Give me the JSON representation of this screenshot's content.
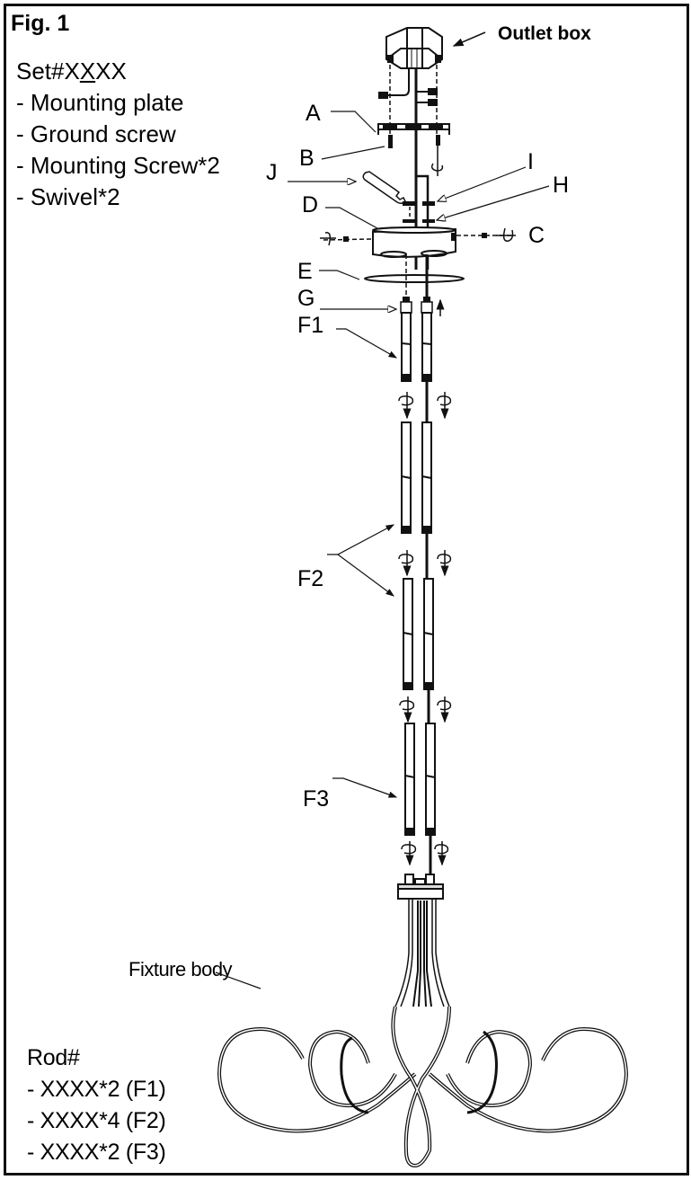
{
  "figure": {
    "title": "Fig. 1"
  },
  "set_info": {
    "heading_prefix": "Set#X",
    "heading_underlined": "X",
    "heading_suffix": "XX",
    "items": [
      "- Mounting plate",
      "- Ground screw",
      "- Mounting Screw*2",
      "- Swivel*2"
    ]
  },
  "callouts": {
    "outlet_box": "Outlet box",
    "A": "A",
    "B": "B",
    "C": "C",
    "D": "D",
    "E": "E",
    "G": "G",
    "H": "H",
    "I": "I",
    "J": "J",
    "F1": "F1",
    "F2": "F2",
    "F3": "F3",
    "fixture_body": "Fixture body"
  },
  "rod_info": {
    "heading": "Rod#",
    "items": [
      "- XXXX*2 (F1)",
      "- XXXX*4 (F2)",
      "- XXXX*2 (F3)"
    ]
  },
  "colors": {
    "line": "#111111",
    "background": "#ffffff"
  }
}
